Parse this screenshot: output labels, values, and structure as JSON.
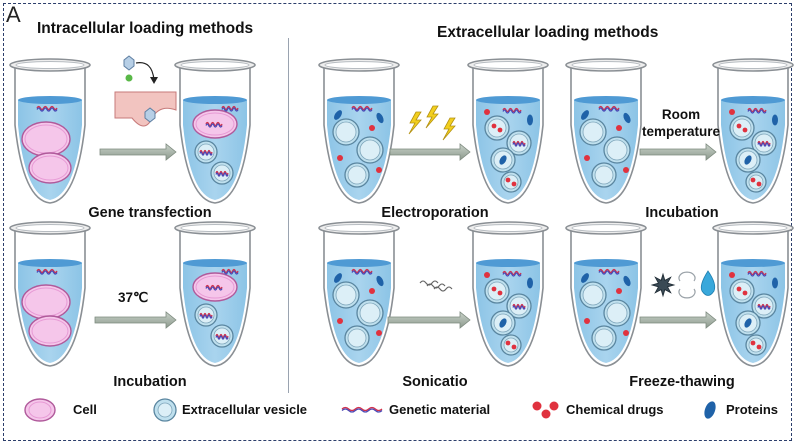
{
  "panel_letter": "A",
  "headings": {
    "intracellular": "Intracellular loading methods",
    "extracellular": "Extracellular loading methods"
  },
  "methods": {
    "gene_transfection": "Gene transfection",
    "intracellular_incubation": "Incubation",
    "electroporation": "Electroporation",
    "extracellular_incubation": "Incubation",
    "sonication": "Sonicatio",
    "freeze_thawing": "Freeze-thawing"
  },
  "conditions": {
    "temperature": "37℃",
    "room_line1": "Room",
    "room_line2": "temperature"
  },
  "legend": {
    "cell": "Cell",
    "vesicle": "Extracellular vesicle",
    "genetic": "Genetic material",
    "drugs": "Chemical drugs",
    "proteins": "Proteins"
  },
  "colors": {
    "liquid": "#a9d4ee",
    "cell": "#f5c6ea",
    "vesicle": "#bfe0ee",
    "drug": "#e0323f",
    "protein": "#1f62a8",
    "lightning": "#f2cf1e",
    "arrow": "#9aa79c"
  }
}
